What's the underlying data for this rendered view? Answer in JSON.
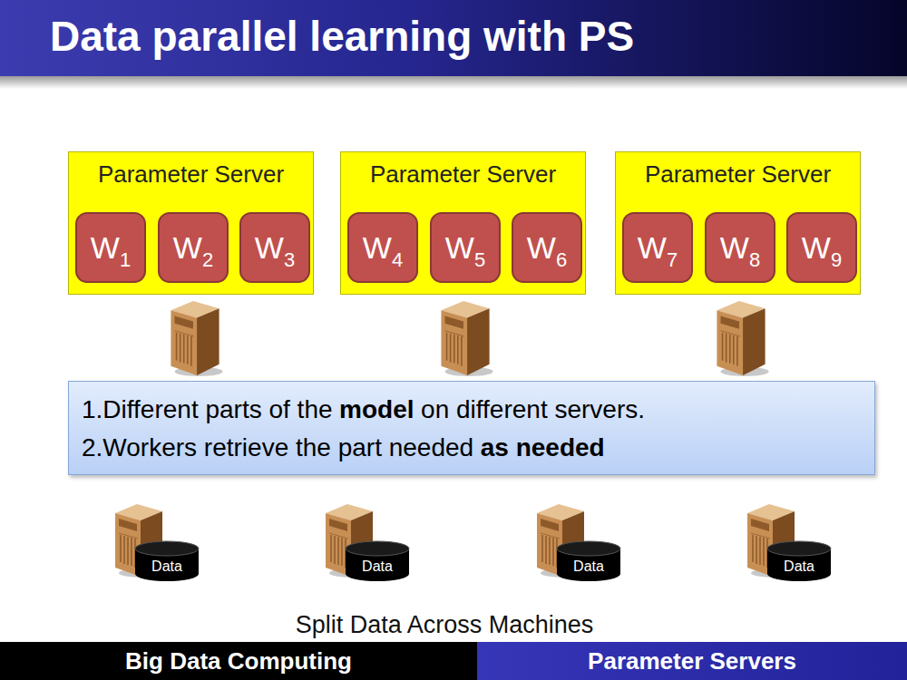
{
  "diagram": {
    "title": "Data parallel learning with PS",
    "nodes": [
      {
        "text": [
          "Parameter Server"
        ]
      },
      {
        "text": [
          "W",
          "1"
        ],
        "in": 0
      },
      {
        "text": [
          "W",
          "2"
        ],
        "in": 0
      },
      {
        "text": [
          "W",
          "3"
        ],
        "in": 0
      },
      {
        "text": [
          "Parameter Server"
        ]
      },
      {
        "text": [
          "W",
          "4"
        ],
        "in": 4
      },
      {
        "text": [
          "W",
          "5"
        ],
        "in": 4
      },
      {
        "text": [
          "W",
          "6"
        ],
        "in": 4
      },
      {
        "text": [
          "Parameter Server"
        ]
      },
      {
        "text": [
          "W",
          "7"
        ],
        "in": 8
      },
      {
        "text": [
          "W",
          "8"
        ],
        "in": 8
      },
      {
        "text": [
          "W",
          "9"
        ],
        "in": 8
      },
      {
        "text": [
          "1.Different parts of the",
          "model",
          "on different servers.",
          "2.Workers retrieve the part needed",
          "as needed"
        ]
      },
      {
        "text": [
          "Data"
        ]
      },
      {
        "text": [
          "Data"
        ]
      },
      {
        "text": [
          "Data"
        ]
      },
      {
        "text": [
          "Data"
        ]
      },
      {
        "text": [
          "Big Data Computing"
        ]
      },
      {
        "text": [
          "Parameter Servers"
        ]
      }
    ],
    "labels": [
      "Split Data Across Machines"
    ]
  }
}
